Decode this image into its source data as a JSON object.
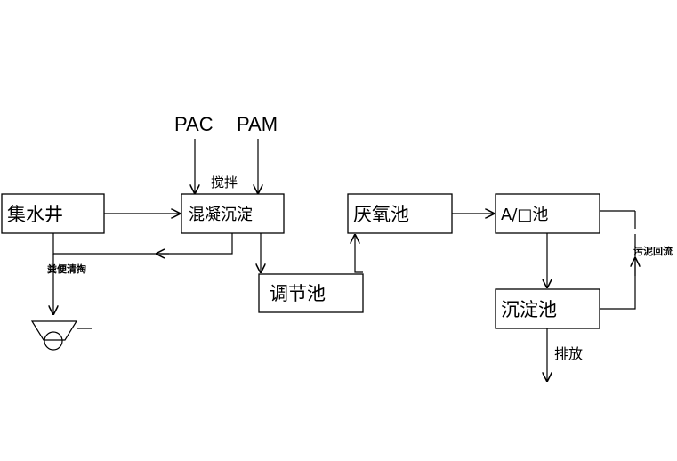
{
  "diagram": {
    "nodes": {
      "collection_well": "集水井",
      "coagulation_sedimentation": "混凝沉淀",
      "regulating_tank": "调节池",
      "anaerobic_tank": "厌氧池",
      "ao_tank": "A/□池",
      "sedimentation_tank": "沉淀池"
    },
    "inputs": {
      "pac": "PAC",
      "pam": "PAM"
    },
    "annotations": {
      "stirring": "搅拌",
      "manure_cleaning": "粪便清掏",
      "sludge_return": "污泥回流",
      "discharge": "排放"
    }
  }
}
